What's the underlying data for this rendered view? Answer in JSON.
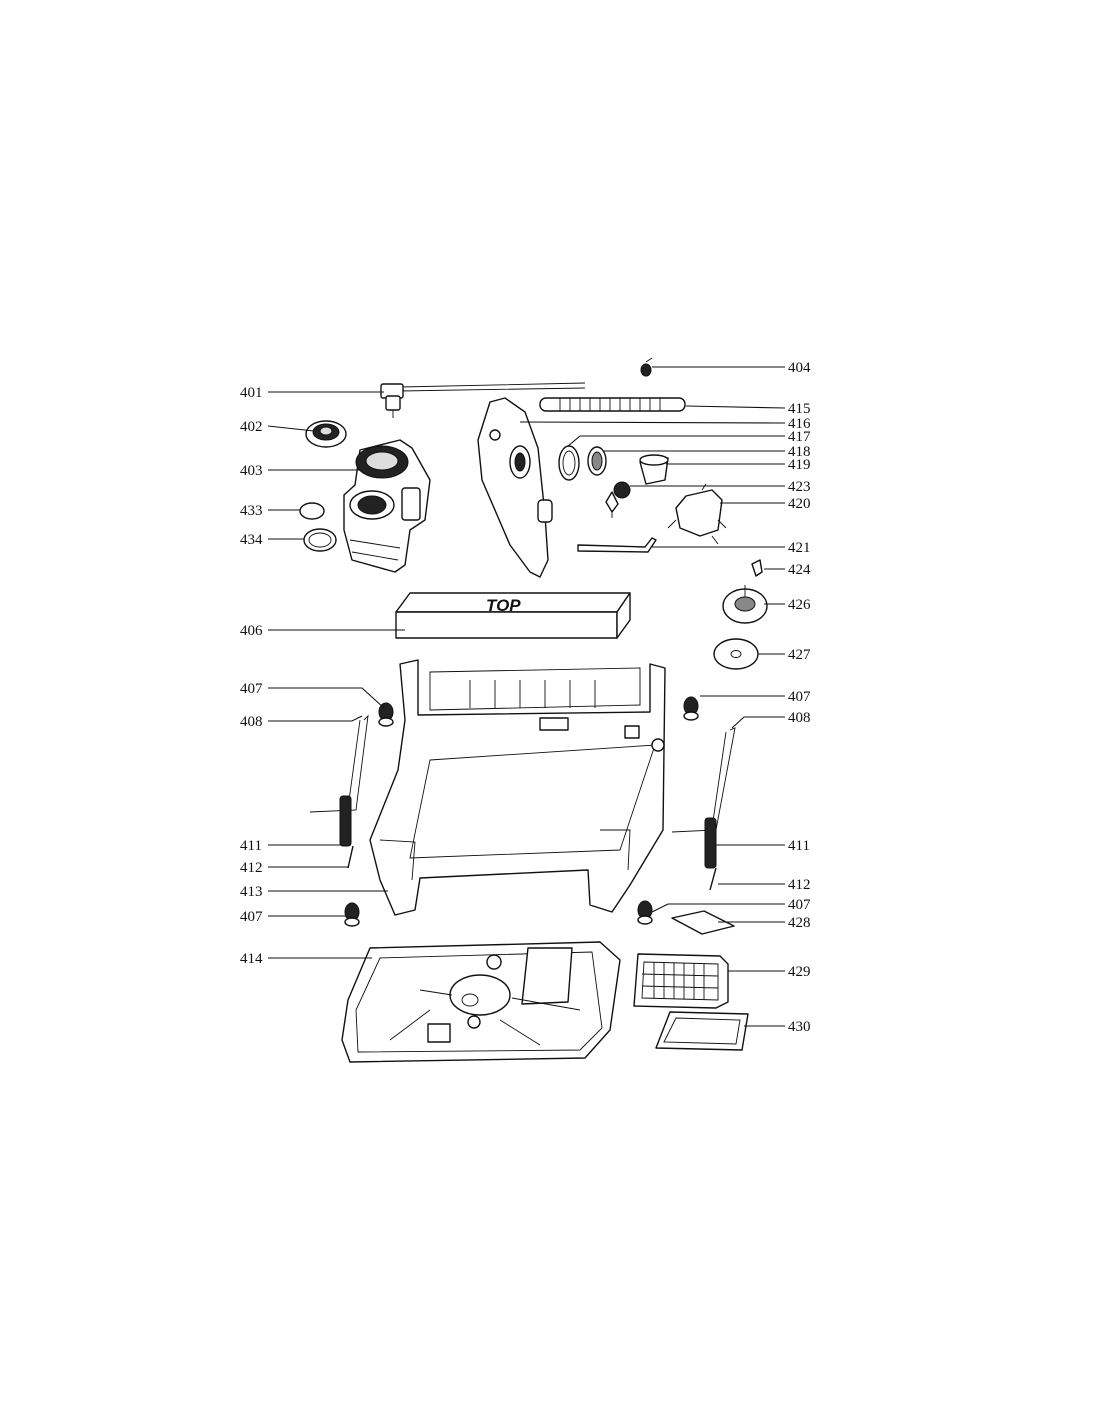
{
  "diagram": {
    "box_text": "TOP",
    "labels": {
      "l401": "401",
      "l402": "402",
      "l403": "403",
      "l433": "433",
      "l434": "434",
      "l406": "406",
      "l407a": "407",
      "l408a": "408",
      "l411a": "411",
      "l412a": "412",
      "l413": "413",
      "l407c": "407",
      "l414": "414",
      "l404": "404",
      "l415": "415",
      "l416": "416",
      "l417": "417",
      "l418": "418",
      "l419": "419",
      "l423": "423",
      "l420": "420",
      "l421": "421",
      "l424": "424",
      "l426": "426",
      "l427": "427",
      "l407b": "407",
      "l408b": "408",
      "l411b": "411",
      "l412b": "412",
      "l407d": "407",
      "l428": "428",
      "l429": "429",
      "l430": "430"
    }
  }
}
